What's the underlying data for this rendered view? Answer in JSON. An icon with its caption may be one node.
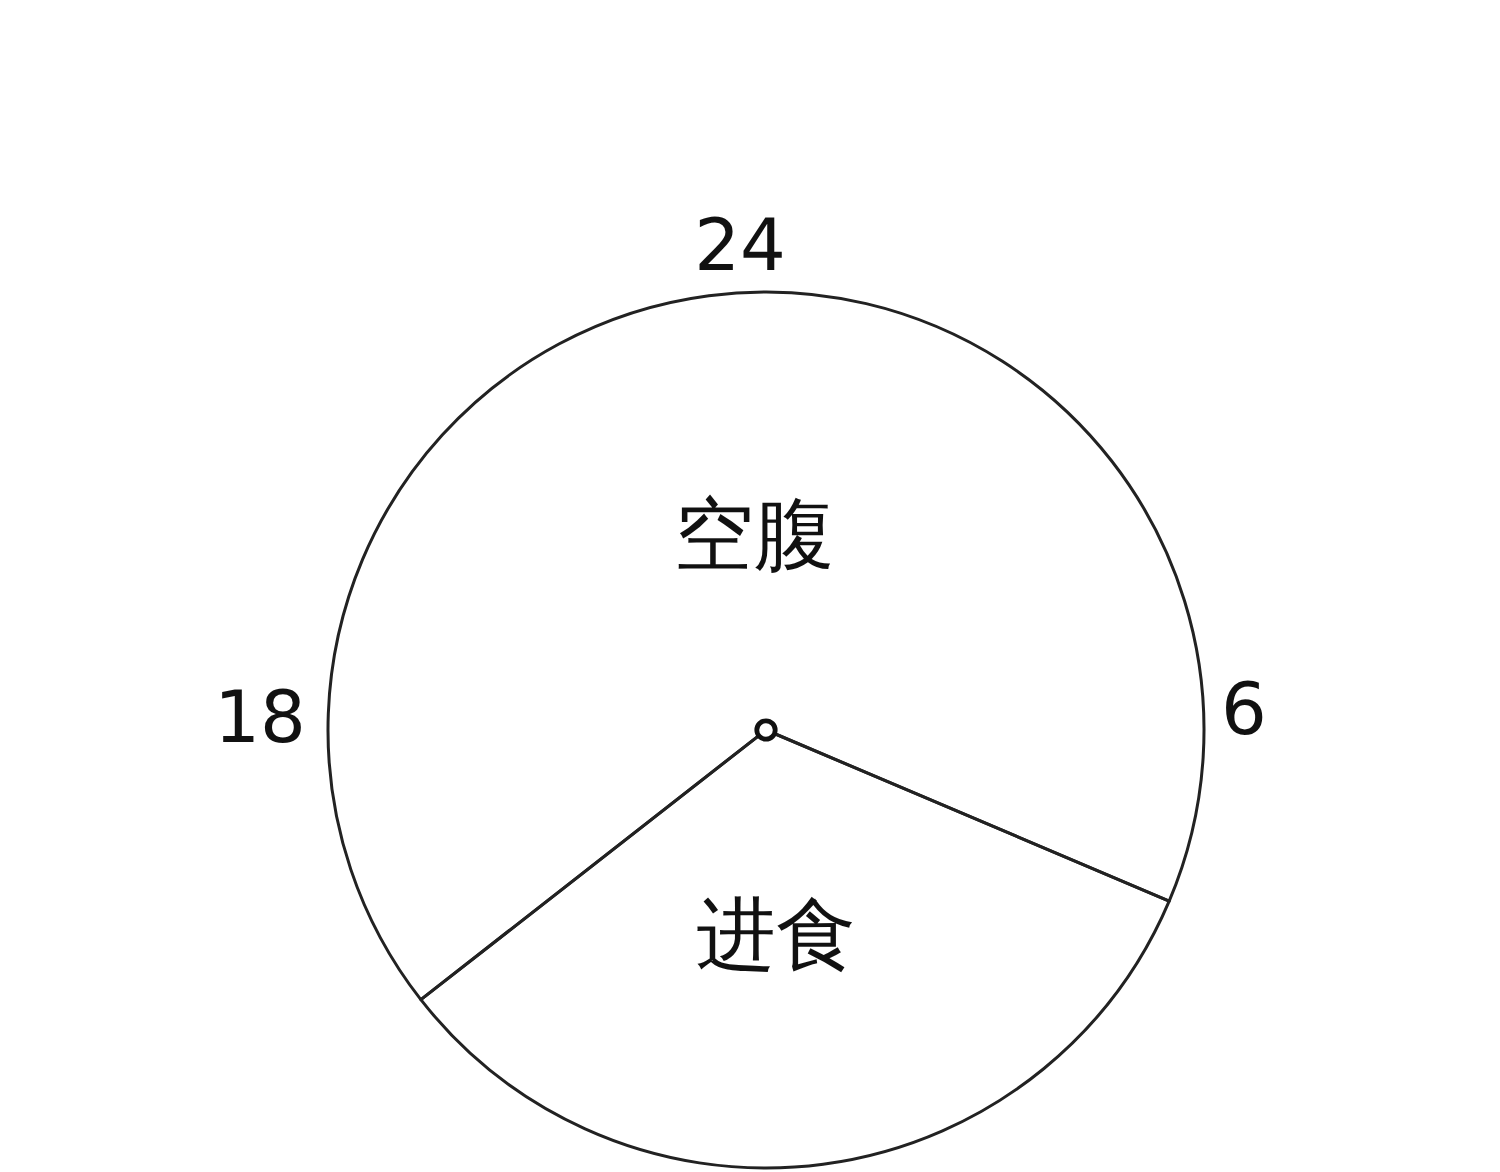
{
  "diagram": {
    "nodes": [
      {
        "text": [
          "空腹"
        ]
      },
      {
        "text": [
          "进食"
        ]
      }
    ],
    "labels": [
      "24",
      "18",
      "6"
    ]
  }
}
